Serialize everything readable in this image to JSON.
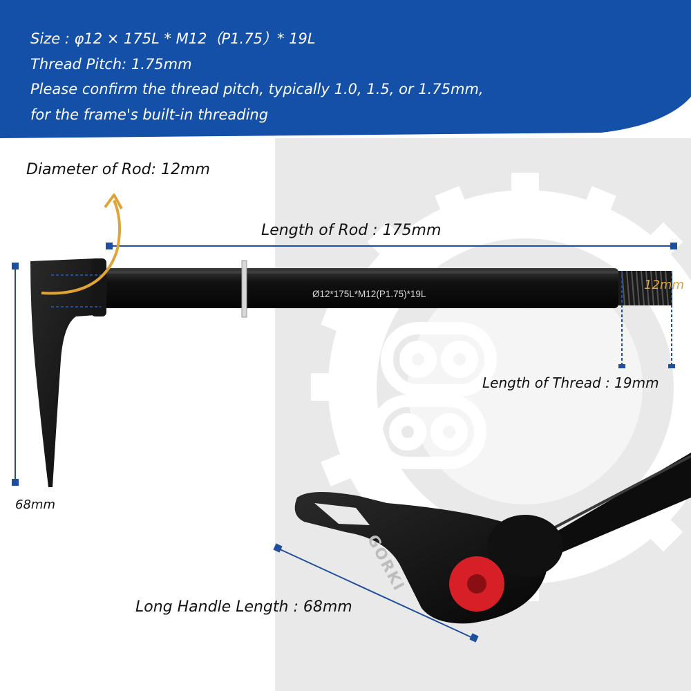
{
  "banner": {
    "size_line": "Size : φ12 × 175L * M12（P1.75）* 19L",
    "pitch_line": "Thread Pitch: 1.75mm",
    "confirm_line_1": "Please confirm the thread pitch, typically 1.0, 1.5, or 1.75mm,",
    "confirm_line_2": "for the frame's built-in threading"
  },
  "labels": {
    "rod_diameter": "Diameter of Rod: 12mm",
    "rod_length": "Length of Rod : 175mm",
    "thread_diameter": "12mm",
    "thread_length": "Length of Thread : 19mm",
    "handle_height": "68mm",
    "long_handle_length": "Long Handle Length : 68mm"
  },
  "engraving": "Ø12*175L*M12(P1.75)*19L",
  "brand_mark": "GORKI",
  "colors": {
    "banner_blue": "#1450a8",
    "dimension_blue": "#1f4f9c",
    "accent_orange": "#e0a436",
    "rod_black": "#0d0d0d",
    "cap_red": "#d61f26",
    "watermark_gray": "#e9e9e9"
  }
}
